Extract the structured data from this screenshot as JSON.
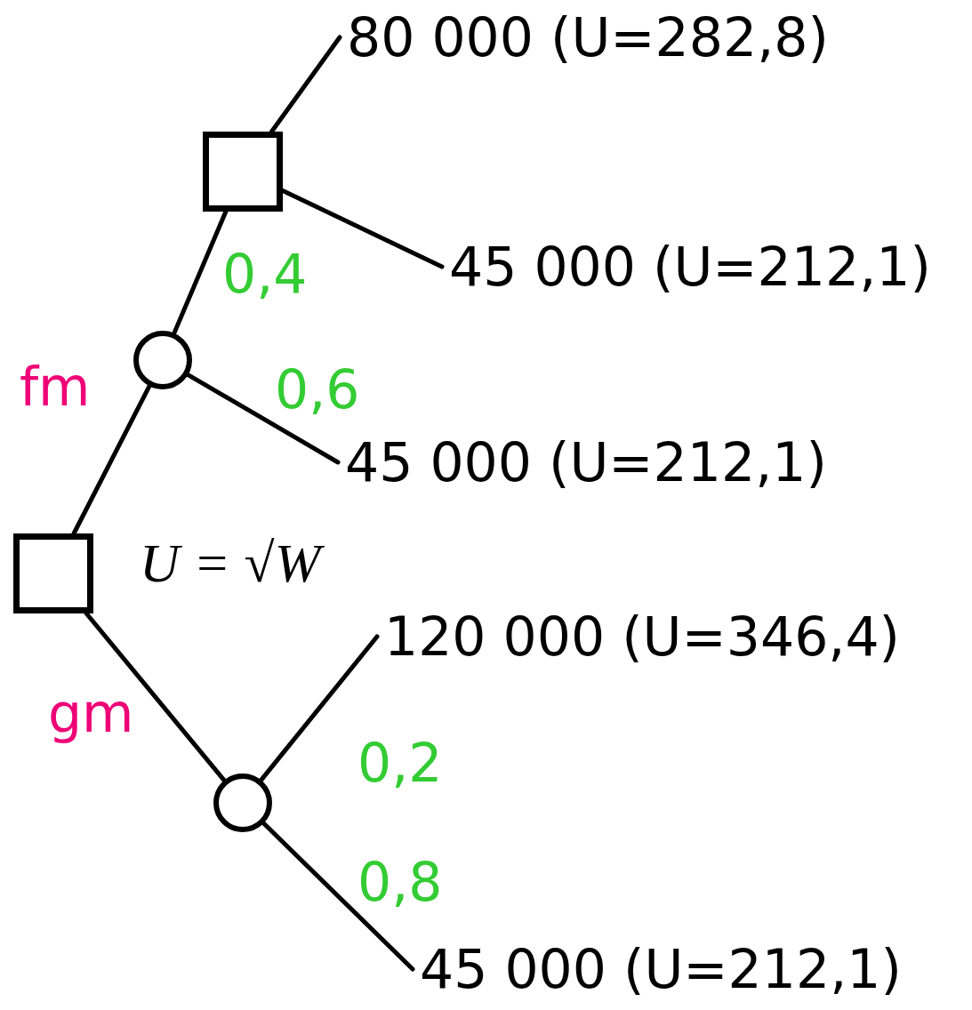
{
  "diagram": {
    "nodes": [
      {
        "text": [
          "U = √W"
        ]
      },
      {
        "text": []
      },
      {
        "text": []
      },
      {
        "text": [
          "80 000 (U=282,8)"
        ]
      },
      {
        "text": [
          "45 000 (U=212,1)"
        ]
      },
      {
        "text": [
          "45 000 (U=212,1)"
        ]
      },
      {
        "text": []
      },
      {
        "text": [
          "120 000 (U=346,4)"
        ]
      },
      {
        "text": [
          "45 000 (U=212,1)"
        ]
      }
    ],
    "edges": [
      {
        "from": 0,
        "to": 1,
        "arrow": "none",
        "label": "fm"
      },
      {
        "from": 1,
        "to": 2,
        "arrow": "none",
        "label": "0,4"
      },
      {
        "from": 2,
        "to": 3,
        "arrow": "none"
      },
      {
        "from": 2,
        "to": 4,
        "arrow": "none"
      },
      {
        "from": 1,
        "to": 5,
        "arrow": "none",
        "label": "0,6"
      },
      {
        "from": 0,
        "to": 6,
        "arrow": "none",
        "label": "gm"
      },
      {
        "from": 6,
        "to": 7,
        "arrow": "none",
        "label": "0,2"
      },
      {
        "from": 6,
        "to": 8,
        "arrow": "none",
        "label": "0,8"
      }
    ]
  }
}
